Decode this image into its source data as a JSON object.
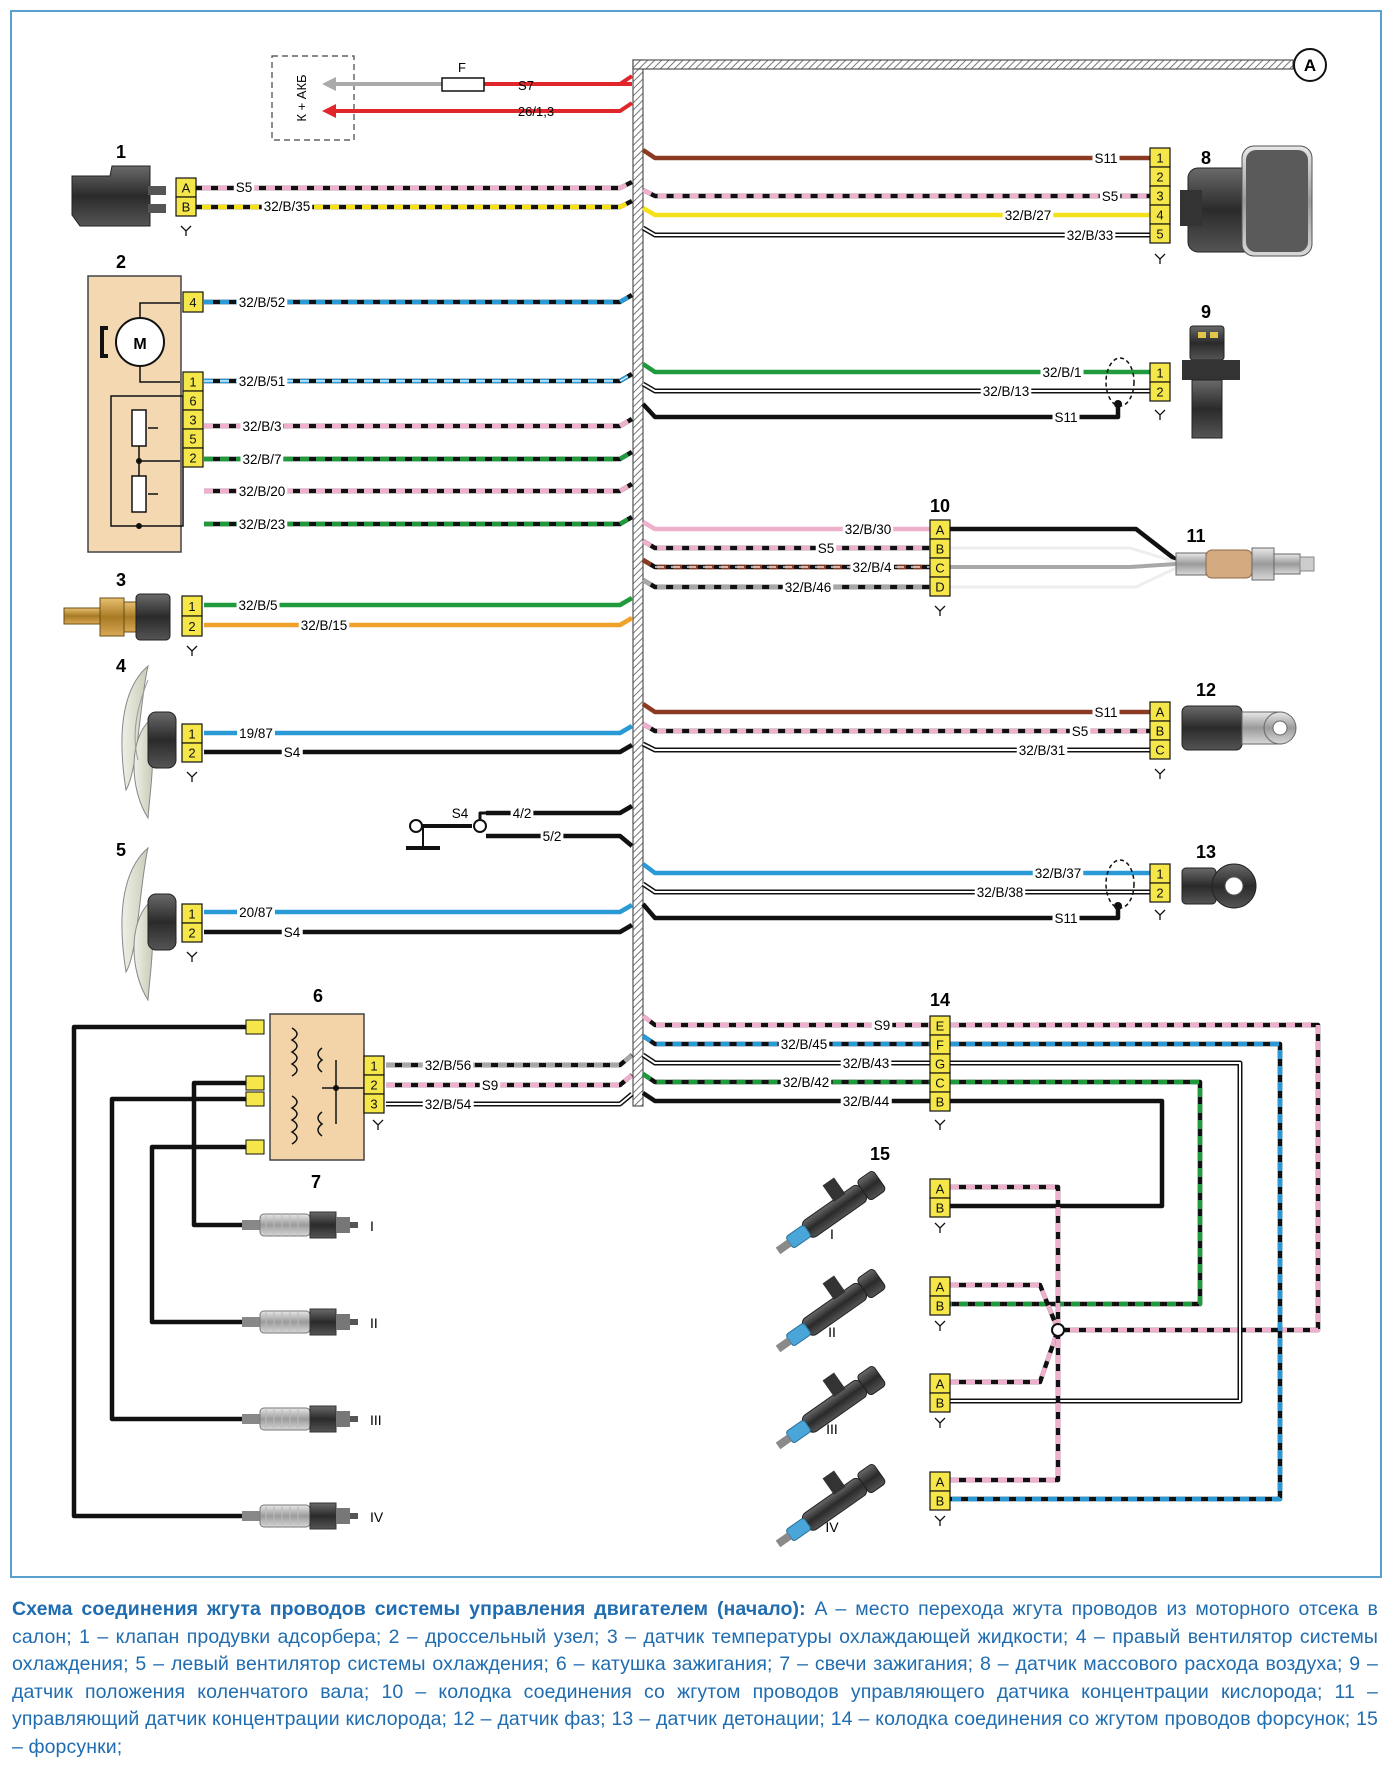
{
  "top": {
    "battery_label": "К + АКБ",
    "fuse_label": "F",
    "wire_s7": "S7",
    "wire_26": "26/1,3",
    "junction_a": "A"
  },
  "components": {
    "c1": {
      "num": "1",
      "pins": [
        "A",
        "B"
      ],
      "wires": [
        "S5",
        "32/B/35"
      ]
    },
    "c2": {
      "num": "2",
      "motor": "M",
      "pins": [
        "4",
        "1",
        "6",
        "3",
        "5",
        "2"
      ],
      "wires": [
        "32/B/52",
        "32/B/51",
        "32/B/3",
        "32/B/7",
        "32/B/20",
        "32/B/23"
      ]
    },
    "c3": {
      "num": "3",
      "pins": [
        "1",
        "2"
      ],
      "wires": [
        "32/B/5",
        "32/B/15"
      ]
    },
    "c4": {
      "num": "4",
      "pins": [
        "1",
        "2"
      ],
      "wires": [
        "19/87",
        "S4"
      ]
    },
    "ground": {
      "wires": [
        "S4",
        "4/2",
        "5/2"
      ]
    },
    "c5": {
      "num": "5",
      "pins": [
        "1",
        "2"
      ],
      "wires": [
        "20/87",
        "S4"
      ]
    },
    "c6": {
      "num": "6",
      "pins": [
        "1",
        "2",
        "3"
      ],
      "wires": [
        "32/B/56",
        "S9",
        "32/B/54"
      ]
    },
    "c7": {
      "num": "7",
      "plugs": [
        "I",
        "II",
        "III",
        "IV"
      ]
    },
    "c8": {
      "num": "8",
      "pins": [
        "1",
        "2",
        "3",
        "4",
        "5"
      ],
      "wires": [
        "S11",
        "S5",
        "32/B/27",
        "32/B/33"
      ]
    },
    "c9": {
      "num": "9",
      "pins": [
        "1",
        "2"
      ],
      "wires": [
        "32/B/1",
        "32/B/13",
        "S11"
      ]
    },
    "c10": {
      "num": "10",
      "pins": [
        "A",
        "B",
        "C",
        "D"
      ],
      "wires": [
        "32/B/30",
        "S5",
        "32/B/4",
        "32/B/46"
      ]
    },
    "c11": {
      "num": "11"
    },
    "c12": {
      "num": "12",
      "pins": [
        "A",
        "B",
        "C"
      ],
      "wires": [
        "S11",
        "S5",
        "32/B/31"
      ]
    },
    "c13": {
      "num": "13",
      "pins": [
        "1",
        "2"
      ],
      "wires": [
        "32/B/37",
        "32/B/38",
        "S11"
      ]
    },
    "c14": {
      "num": "14",
      "pins": [
        "E",
        "F",
        "G",
        "C",
        "B"
      ],
      "wires": [
        "S9",
        "32/B/45",
        "32/B/43",
        "32/B/42",
        "32/B/44"
      ]
    },
    "c15": {
      "num": "15",
      "pins": [
        "A",
        "B"
      ],
      "injectors": [
        "I",
        "II",
        "III",
        "IV"
      ]
    }
  },
  "caption": {
    "title": "Схема соединения жгута проводов системы управления двигателем (начало):",
    "body": " A – место перехода жгута проводов из моторного отсека в салон; 1 – клапан продувки адсорбера; 2 – дроссельный узел; 3 – датчик температуры охлаждающей жидкости; 4 – правый вентилятор системы охлаждения; 5 – левый вентилятор системы охлаждения; 6 – катушка зажигания; 7 – свечи зажигания; 8 – датчик массового расхода воздуха; 9 – датчик положения коленчатого вала; 10 – колодка соединения со жгутом проводов управляющего датчика концентрации кислорода; 11 – управляющий датчик концентрации кислорода; 12 – датчик фаз; 13 – датчик детонации; 14 – колодка соединения со жгутом проводов форсунок; 15 – форсунки;"
  },
  "colors": {
    "frame": "#5aa0cf",
    "caption": "#1f6cb0",
    "pin_fill": "#f5e74a",
    "throttle_body": "#f3d8b2",
    "coil": "#f2d4a8",
    "red": "#e0262b",
    "green": "#1f9a3c",
    "yellow": "#f4e11a",
    "blue": "#2a9ad6",
    "pink": "#eeb0cc",
    "brown": "#8a3b22",
    "orange": "#f0a12a",
    "grey": "#a8a8a8",
    "black": "#111111"
  }
}
